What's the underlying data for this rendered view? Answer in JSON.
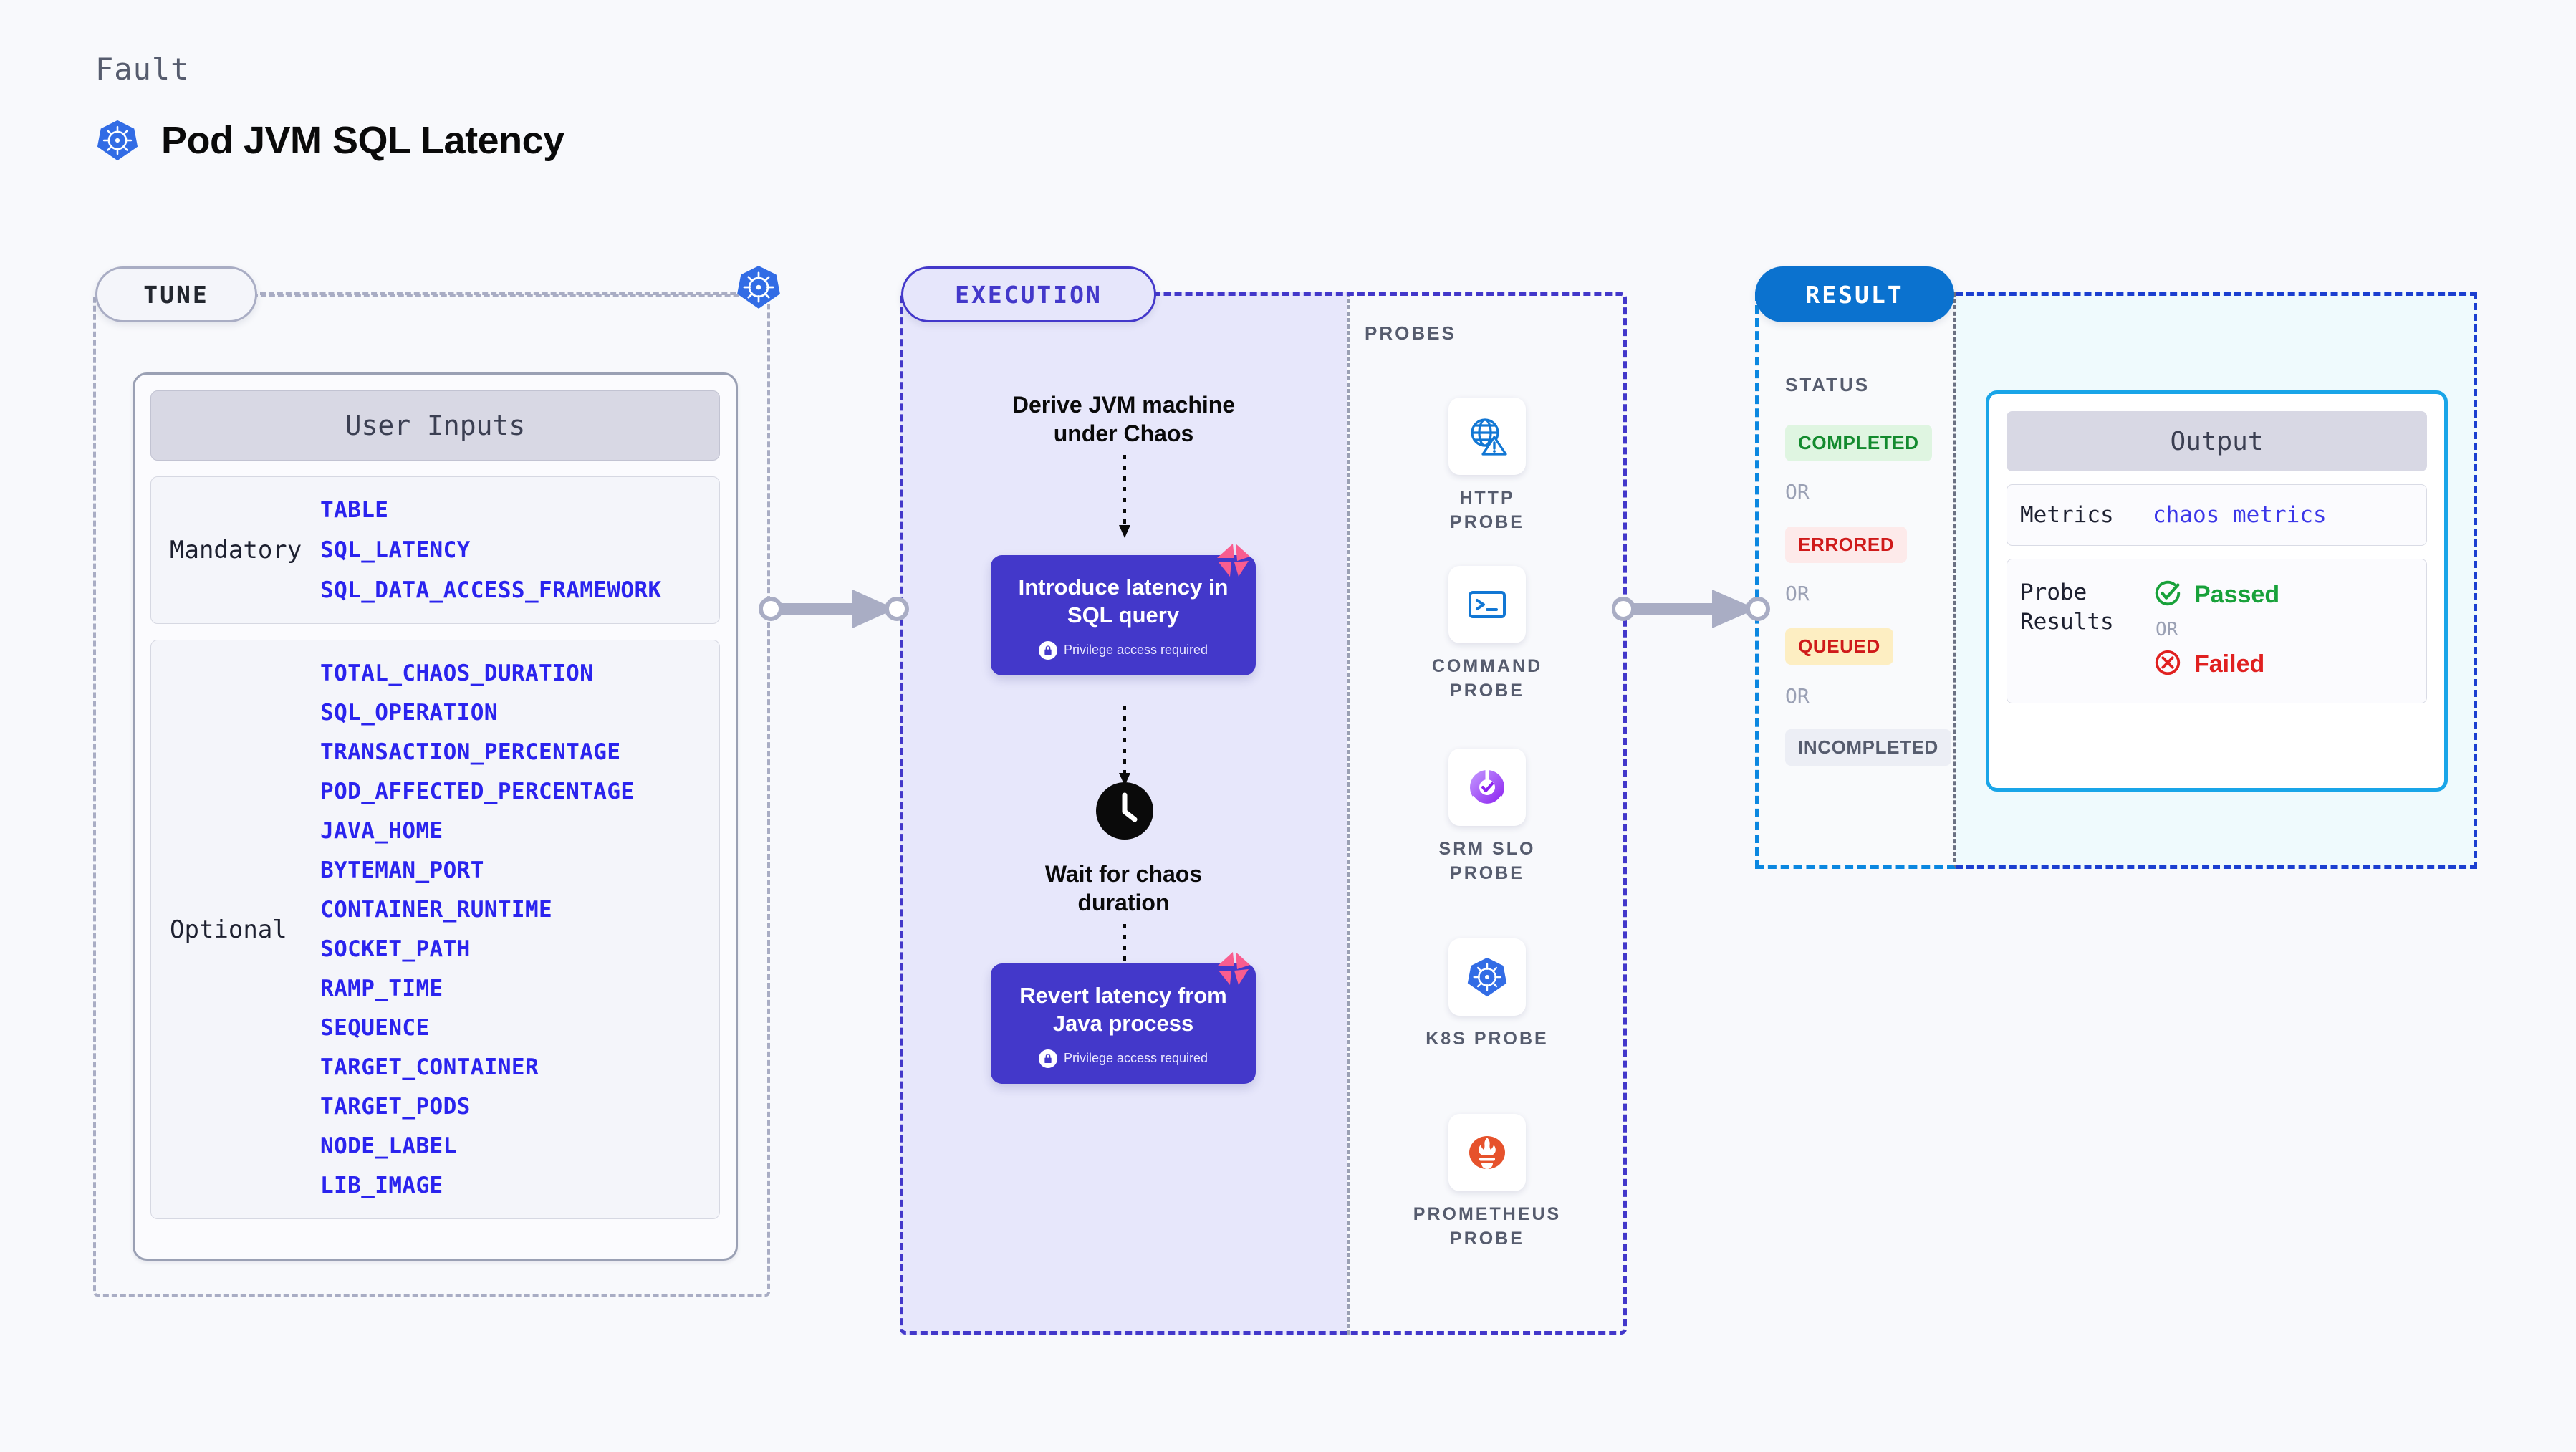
{
  "header": {
    "kicker": "Fault",
    "title": "Pod JVM SQL Latency",
    "icon": "kubernetes-icon"
  },
  "sections": {
    "tune_label": "TUNE",
    "execution_label": "EXECUTION",
    "result_label": "RESULT",
    "probes_label": "PROBES",
    "status_label": "STATUS"
  },
  "user_inputs": {
    "title": "User Inputs",
    "groups": [
      {
        "label": "Mandatory",
        "items": [
          "TABLE",
          "SQL_LATENCY",
          "SQL_DATA_ACCESS_FRAMEWORK"
        ]
      },
      {
        "label": "Optional",
        "items": [
          "TOTAL_CHAOS_DURATION",
          "SQL_OPERATION",
          "TRANSACTION_PERCENTAGE",
          "POD_AFFECTED_PERCENTAGE",
          "JAVA_HOME",
          "BYTEMAN_PORT",
          "CONTAINER_RUNTIME",
          "SOCKET_PATH",
          "RAMP_TIME",
          "SEQUENCE",
          "TARGET_CONTAINER",
          "TARGET_PODS",
          "NODE_LABEL",
          "LIB_IMAGE"
        ]
      }
    ]
  },
  "execution": {
    "step1_title": "Derive JVM machine\nunder Chaos",
    "card1_title": "Introduce latency in\nSQL query",
    "card1_note": "Privilege access required",
    "wait_title": "Wait for chaos\nduration",
    "wait_icon": "clock-icon",
    "card2_title": "Revert latency from\nJava process",
    "card2_note": "Privilege access required",
    "chaos_mark_icon": "litmus-chaos-icon",
    "lock_icon": "lock-icon"
  },
  "probes": [
    {
      "label": "HTTP PROBE",
      "icon": "globe-warning-icon"
    },
    {
      "label": "COMMAND\nPROBE",
      "icon": "terminal-icon"
    },
    {
      "label": "SRM SLO\nPROBE",
      "icon": "srm-slo-icon"
    },
    {
      "label": "K8S PROBE",
      "icon": "kubernetes-icon"
    },
    {
      "label": "PROMETHEUS\nPROBE",
      "icon": "prometheus-icon"
    }
  ],
  "status_chips": [
    {
      "text": "COMPLETED",
      "bg": "#dff5e1",
      "fg": "#138a2e"
    },
    {
      "text": "ERRORED",
      "bg": "#fdeaea",
      "fg": "#cf1a1a"
    },
    {
      "text": "QUEUED",
      "bg": "#fdeec2",
      "fg": "#cf1a1a"
    },
    {
      "text": "INCOMPLETED",
      "bg": "#eceef5",
      "fg": "#565c6e"
    }
  ],
  "status_separator": "OR",
  "output": {
    "title": "Output",
    "metrics_label": "Metrics",
    "metrics_value": "chaos metrics",
    "probe_results_label": "Probe\nResults",
    "passed_text": "Passed",
    "failed_text": "Failed",
    "or_text": "OR",
    "passed_icon": "check-circle-icon",
    "failed_icon": "x-circle-icon"
  },
  "colors": {
    "background": "#f8f9fc",
    "execution_accent": "#4338ca",
    "result_accent": "#0b72cf",
    "param_blue": "#2a23ee",
    "chaos_pink": "#f95d8f",
    "k8s_blue": "#326ce5"
  }
}
